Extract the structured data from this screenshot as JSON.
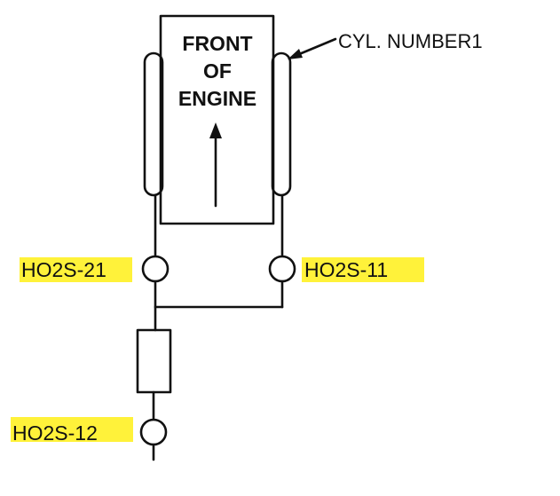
{
  "engine_label": [
    "FRONT",
    "OF",
    "ENGINE"
  ],
  "cylinder_label": "CYL. NUMBER1",
  "sensors": {
    "upstream_left": "HO2S-21",
    "upstream_right": "HO2S-11",
    "downstream": "HO2S-12"
  },
  "colors": {
    "line": "#111111",
    "highlight": "#fff23a",
    "background": "#ffffff"
  }
}
